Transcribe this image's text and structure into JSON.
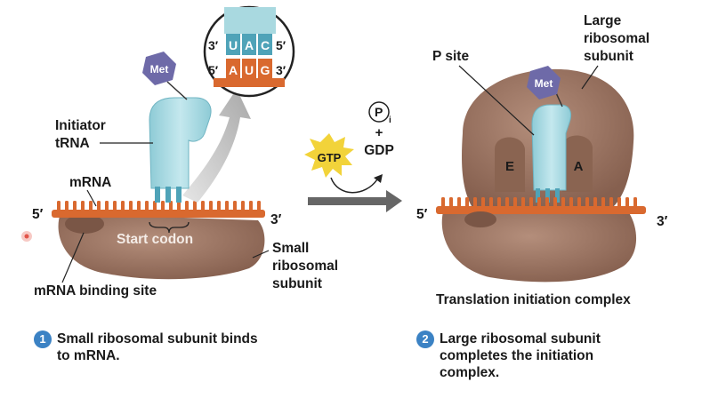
{
  "left_panel": {
    "met_label": "Met",
    "initiator_trna_line1": "Initiator",
    "initiator_trna_line2": "tRNA",
    "mrna_label": "mRNA",
    "five_prime": "5′",
    "three_prime": "3′",
    "start_codon": "Start codon",
    "small_subunit_line1": "Small",
    "small_subunit_line2": "ribosomal",
    "small_subunit_line3": "subunit",
    "mrna_binding_site": "mRNA binding site",
    "step_number": "1",
    "caption_line1": "Small ribosomal subunit binds",
    "caption_line2": "to mRNA."
  },
  "inset": {
    "top_five": "5′",
    "top_three": "3′",
    "bottom_five": "5′",
    "bottom_three": "3′",
    "anticodon": [
      "U",
      "A",
      "C"
    ],
    "codon": [
      "A",
      "U",
      "G"
    ]
  },
  "middle": {
    "gtp_label": "GTP",
    "pi_label": "P",
    "pi_subscript": "i",
    "plus_label": "+",
    "gdp_label": "GDP"
  },
  "right_panel": {
    "p_site_label": "P site",
    "large_subunit_line1": "Large",
    "large_subunit_line2": "ribosomal",
    "large_subunit_line3": "subunit",
    "met_label": "Met",
    "e_site": "E",
    "a_site": "A",
    "five_prime": "5′",
    "three_prime": "3′",
    "complex_label": "Translation initiation complex",
    "step_number": "2",
    "caption_line1": "Large ribosomal subunit",
    "caption_line2": "completes the initiation",
    "caption_line3": "complex."
  },
  "colors": {
    "ribosome": "#9b7563",
    "ribosome_dark": "#7d5a4a",
    "mrna": "#d9692f",
    "trna": "#a9d9e0",
    "trna_stem": "#4fa3b8",
    "met": "#6e6aa8",
    "gtp": "#f2d33a",
    "arrow": "#555555",
    "step_badge": "#3b82c4"
  }
}
